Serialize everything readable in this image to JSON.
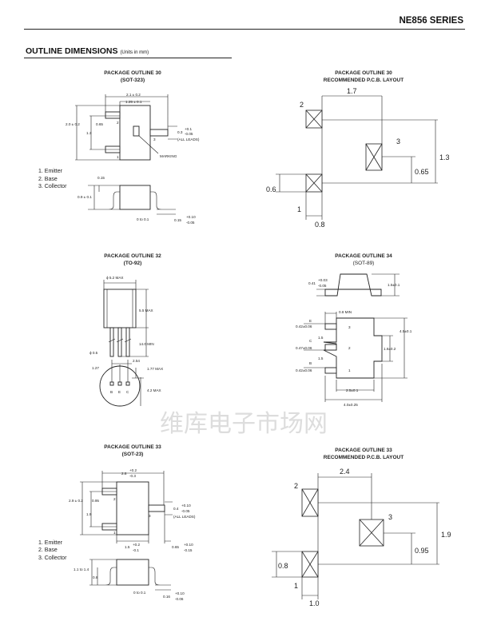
{
  "header": {
    "series": "NE856 SERIES"
  },
  "section": {
    "title": "OUTLINE DIMENSIONS",
    "units": "(Units in mm)"
  },
  "watermark": "维库电子市场网",
  "po30": {
    "title": "PACKAGE OUTLINE 30",
    "pkg": "(SOT-323)",
    "w": "2.1 ± 0.2",
    "w2": "1.25 ± 0.1",
    "h": "2.0 ± 0.2",
    "p": "0.65",
    "p2": "1.3",
    "lead": "0.3",
    "tolp": "+0.1",
    "tolm": "-0.05",
    "all": "(ALL LEADS)",
    "marking": "MARKING",
    "n1": "1",
    "n2": "2",
    "n3": "3",
    "t1": "0.15",
    "t2": "0.9 ± 0.1",
    "t3": "0 to 0.1",
    "t4": "0.15",
    "t4p": "+0.10",
    "t4m": "-0.05",
    "legend": [
      "1. Emitter",
      "2. Base",
      "3. Collector"
    ]
  },
  "pcb30": {
    "title": "PACKAGE OUTLINE 30",
    "sub": "RECOMMENDED P.C.B. LAYOUT",
    "d1": "1.7",
    "d2": "1.3",
    "d3": "0.65",
    "d4": "0.6",
    "d5": "0.8",
    "n1": "1",
    "n2": "2",
    "n3": "3"
  },
  "po32": {
    "title": "PACKAGE OUTLINE 32",
    "pkg": "(TO-92)",
    "d1": "ϕ 5.2  MAX",
    "d2": "5.5 MAX",
    "d3": "14.0 MIN",
    "d4": "ϕ 0.5",
    "d5": "2.54",
    "d6": "1.27",
    "d7": "1.77 MAX",
    "d8": "4.2 MAX",
    "b": "B",
    "e": "E",
    "c": "C"
  },
  "po34": {
    "title": "PACKAGE OUTLINE 34",
    "pkg": "(SOT-89)",
    "d1": "0.41",
    "d1p": "+0.03",
    "d1m": "-0.05",
    "d2": "1.5±0.1",
    "d3": "0.8 MIN",
    "e": "E",
    "c": "C",
    "b": "B",
    "w1": "0.42±0.06",
    "w2": "0.47±0.06",
    "w3": "0.42±0.06",
    "p1": "1.5",
    "p2": "1.5",
    "n1": "1",
    "n2": "2",
    "n3": "3",
    "d4": "4.5±0.1",
    "d5": "1.6±0.2",
    "d6": "2.5±0.1",
    "d7": "4.0±0.25"
  },
  "po33": {
    "title": "PACKAGE OUTLINE 33",
    "pkg": "(SOT-23)",
    "w": "2.8",
    "wp": "+0.2",
    "wm": "-0.3",
    "h": "2.9 ± 0.2",
    "p": "0.95",
    "p2": "1.9",
    "lead": "0.4",
    "tolp": "+0.10",
    "tolm": "-0.05",
    "all": "(ALL LEADS)",
    "b": "1.5",
    "bp": "+0.2",
    "bm": "-0.1",
    "r": "0.65",
    "rp": "+0.10",
    "rm": "-0.15",
    "n1": "1",
    "n2": "2",
    "n3": "3",
    "t1": "1.1 to 1.4",
    "t2": "0.8",
    "t3": "0 to 0.1",
    "t4": "0.16",
    "t4p": "+0.10",
    "t4m": "-0.06",
    "legend": [
      "1. Emitter",
      "2. Base",
      "3. Collector"
    ]
  },
  "pcb33": {
    "title": "PACKAGE OUTLINE 33",
    "sub": "RECOMMENDED P.C.B. LAYOUT",
    "d1": "2.4",
    "d2": "1.9",
    "d3": "0.95",
    "d4": "0.8",
    "d5": "1.0",
    "n1": "1",
    "n2": "2",
    "n3": "3"
  }
}
